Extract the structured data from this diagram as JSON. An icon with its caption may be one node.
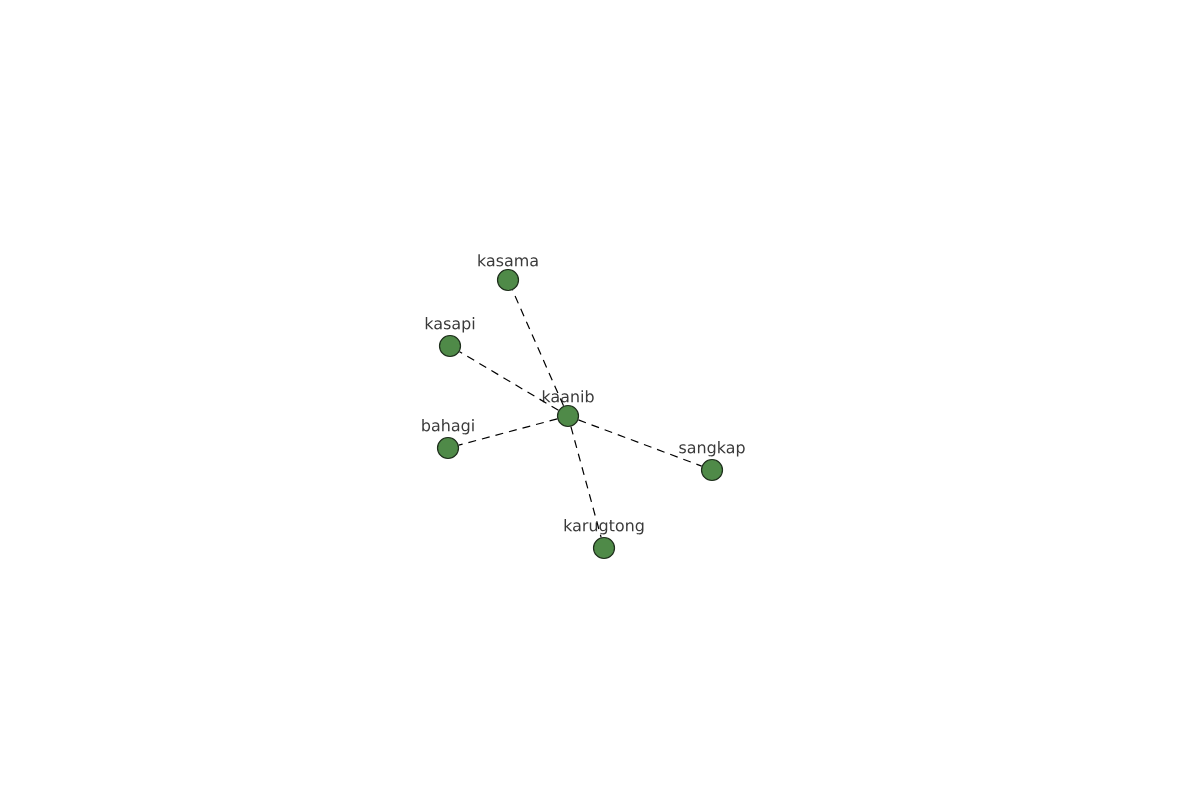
{
  "diagram": {
    "nodes": [
      {
        "text": [
          "kasama"
        ]
      },
      {
        "text": [
          "kasapi"
        ]
      },
      {
        "text": [
          "kaanib"
        ]
      },
      {
        "text": [
          "bahagi"
        ]
      },
      {
        "text": [
          "sangkap"
        ]
      },
      {
        "text": [
          "karugtong"
        ]
      }
    ],
    "edges": [
      {
        "from": 2,
        "to": 0,
        "arrow": "none",
        "style": "dashed"
      },
      {
        "from": 2,
        "to": 1,
        "arrow": "none",
        "style": "dashed"
      },
      {
        "from": 2,
        "to": 3,
        "arrow": "none",
        "style": "dashed"
      },
      {
        "from": 2,
        "to": 4,
        "arrow": "none",
        "style": "dashed"
      },
      {
        "from": 2,
        "to": 5,
        "arrow": "none",
        "style": "dashed"
      }
    ]
  }
}
